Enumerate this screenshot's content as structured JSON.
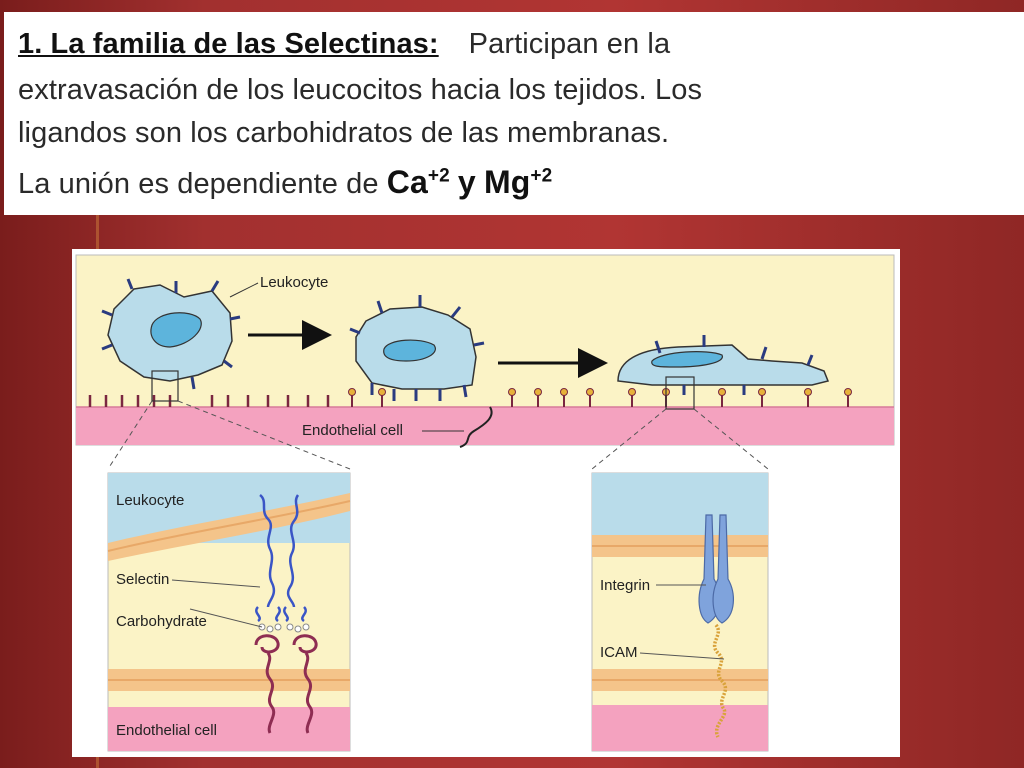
{
  "slide": {
    "heading": "1. La familia de las Selectinas:",
    "line1_rest": "Participan en la",
    "line2": "extravasación de los leucocitos hacia los tejidos.  Los",
    "line3": "ligandos son los carbohidratos de las membranas.",
    "line4_prefix": "La unión es dependiente de",
    "ion1": "Ca",
    "ion1_charge": "+2",
    "ion_joiner": "y",
    "ion2": "Mg",
    "ion2_charge": "+2"
  },
  "figure": {
    "labels": {
      "leukocyte_top": "Leukocyte",
      "endothelial_top": "Endothelial cell",
      "leukocyte_left": "Leukocyte",
      "selectin": "Selectin",
      "carbohydrate": "Carbohydrate",
      "endothelial_left": "Endothelial cell",
      "integrin": "Integrin",
      "icam": "ICAM"
    },
    "colors": {
      "cytoplasm": "#fbf3c6",
      "leukocyte": "#b9dcea",
      "nucleus": "#5db4dc",
      "endothelium": "#f4a2bf",
      "membrane": "#f4c48a",
      "selectin": "#3a55c6",
      "carbohydrate": "#8e2d52",
      "integrin": "#7fa3dc",
      "icam": "#d9a23a"
    }
  }
}
